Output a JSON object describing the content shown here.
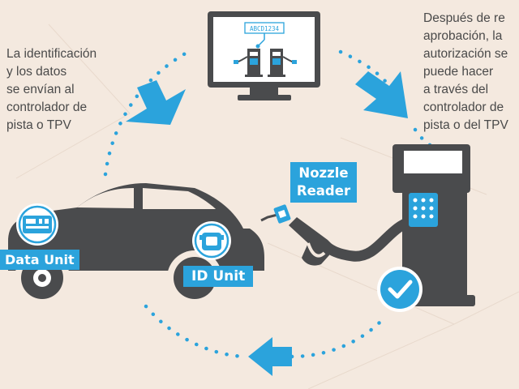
{
  "left_caption": {
    "lines": [
      "La identificación",
      "y los datos",
      "se envían al",
      "controlador de",
      "pista o TPV"
    ]
  },
  "right_caption": {
    "lines": [
      "Después de re",
      "aprobación, la",
      "autorización se",
      "puede hacer",
      "a través del",
      "controlador de",
      "pista o del TPV"
    ]
  },
  "monitor": {
    "plate": "ABCD1234"
  },
  "labels": {
    "data_unit": "Data Unit",
    "id_unit": "ID Unit",
    "nozzle_reader": [
      "Nozzle",
      "Reader"
    ]
  },
  "colors": {
    "accent": "#2ba3dc",
    "dark": "#4a4b4d",
    "background": "#f4e9df"
  }
}
